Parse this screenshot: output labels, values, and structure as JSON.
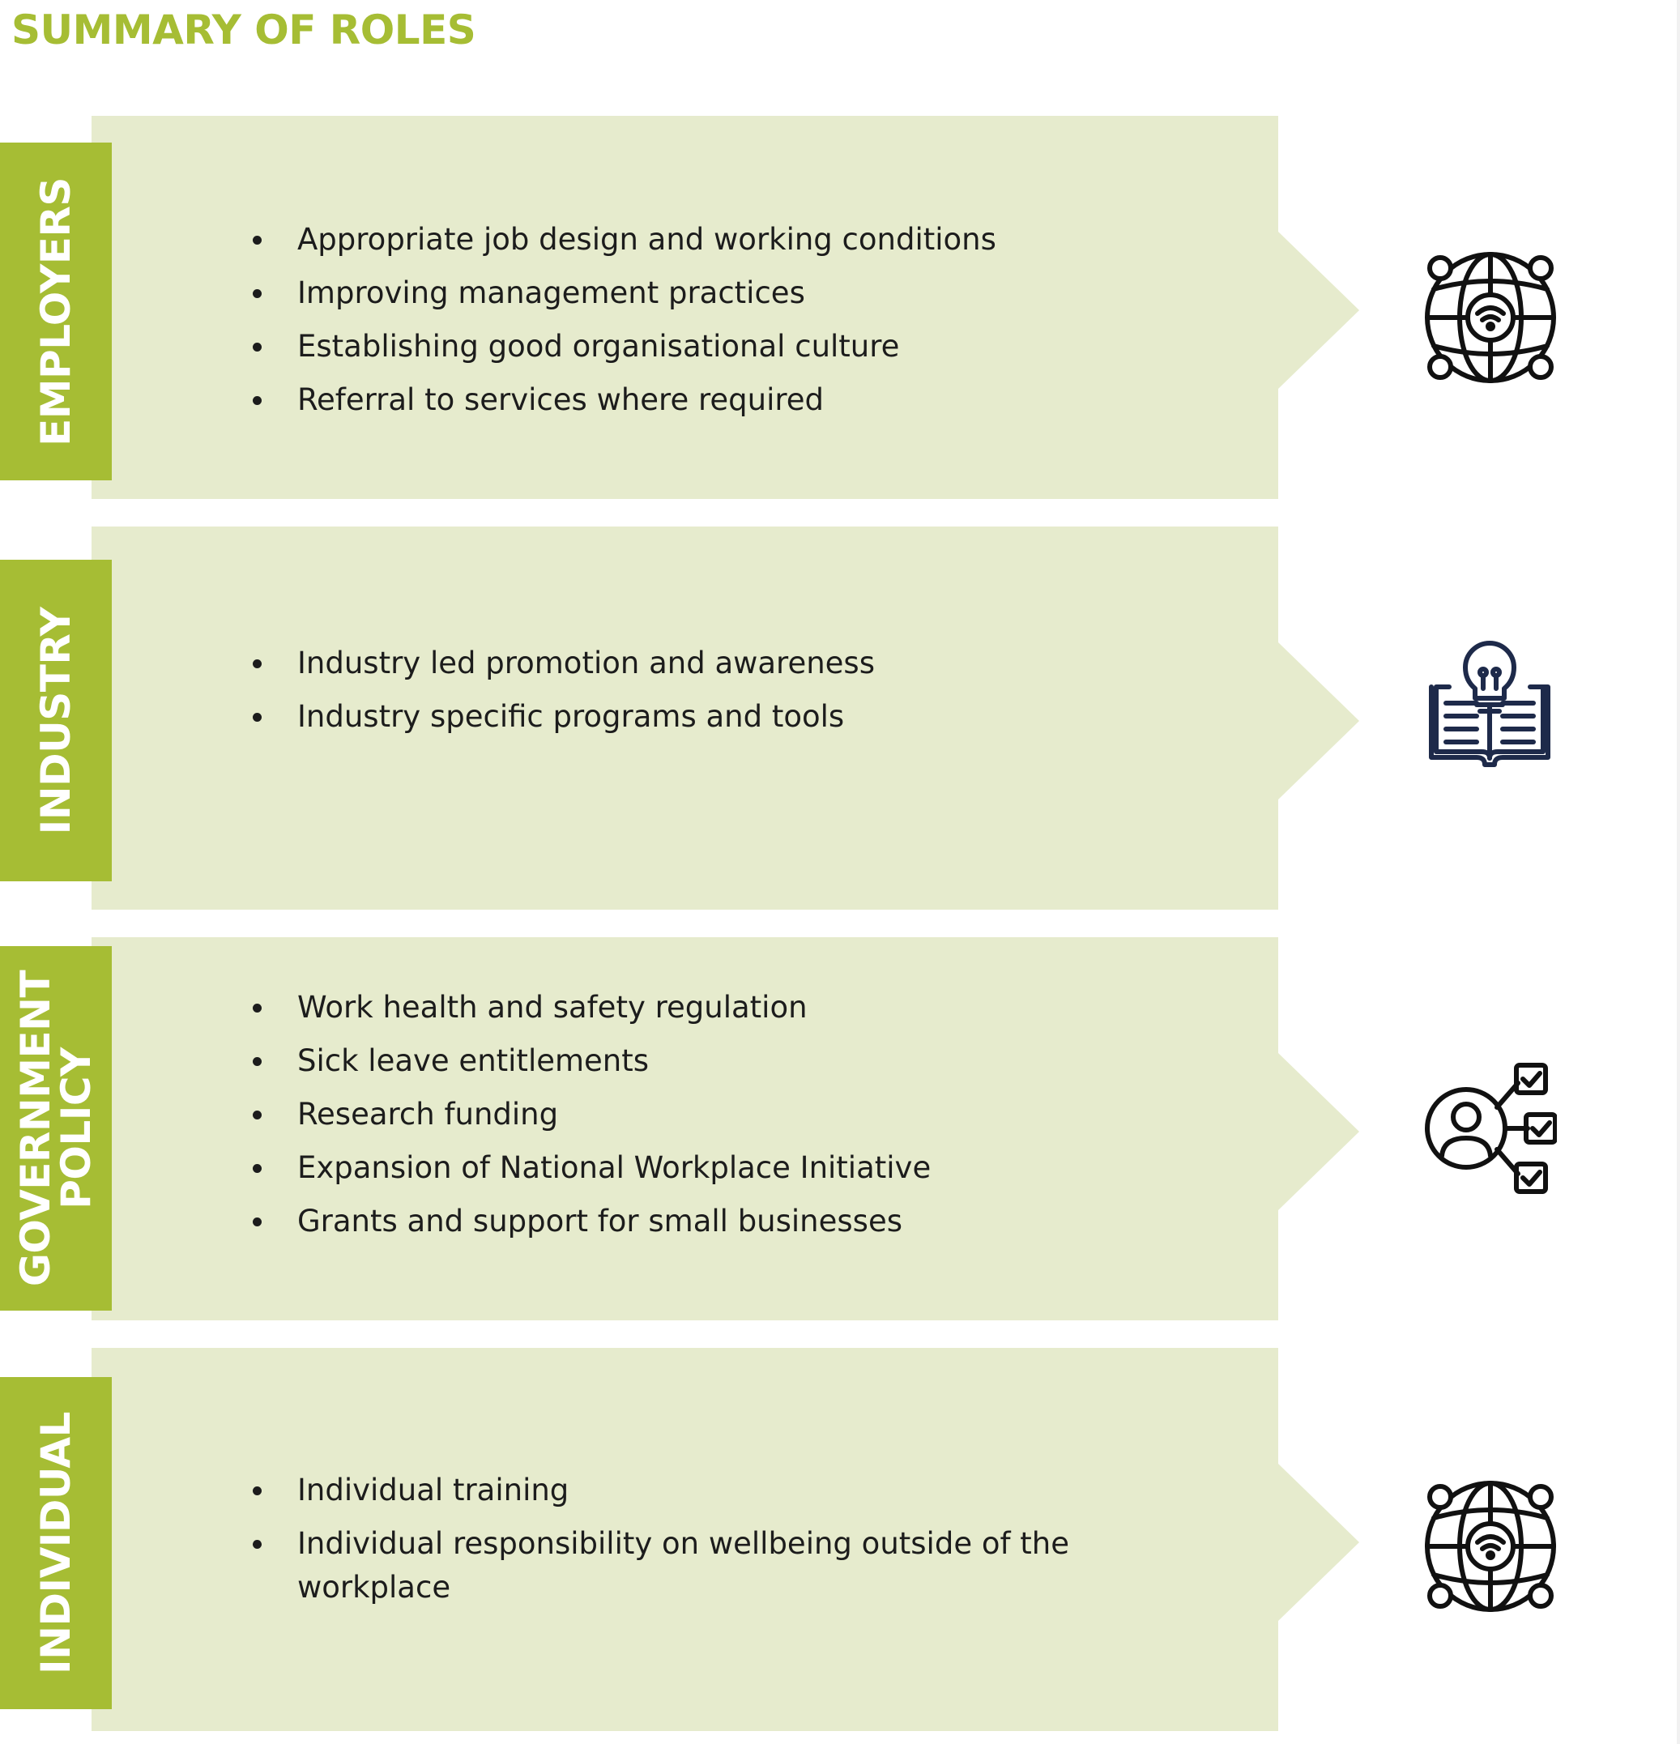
{
  "title": "SUMMARY OF ROLES",
  "colors": {
    "accent": "#a6bd34",
    "panel": "#e6ebcd",
    "text": "#1c1c1c",
    "icon_dark": "#111111",
    "icon_navy": "#1e2a4a"
  },
  "roles": [
    {
      "label": "EMPLOYERS",
      "icon": "globe-network-icon",
      "items": [
        "Appropriate job design and working conditions",
        "Improving management practices",
        "Establishing good organisational culture",
        "Referral to services where required"
      ]
    },
    {
      "label": "INDUSTRY",
      "icon": "book-lightbulb-icon",
      "items": [
        "Industry led promotion and awareness",
        "Industry specific programs and tools"
      ]
    },
    {
      "label_lines": [
        "GOVERNMENT",
        "POLICY"
      ],
      "icon": "user-checklist-icon",
      "items": [
        "Work health and safety regulation",
        "Sick leave entitlements",
        "Research funding",
        "Expansion of National Workplace Initiative",
        "Grants and support for small businesses"
      ]
    },
    {
      "label": "INDIVIDUAL",
      "icon": "globe-network-icon",
      "items": [
        "Individual training",
        "Individual responsibility on wellbeing outside of the workplace"
      ]
    }
  ]
}
